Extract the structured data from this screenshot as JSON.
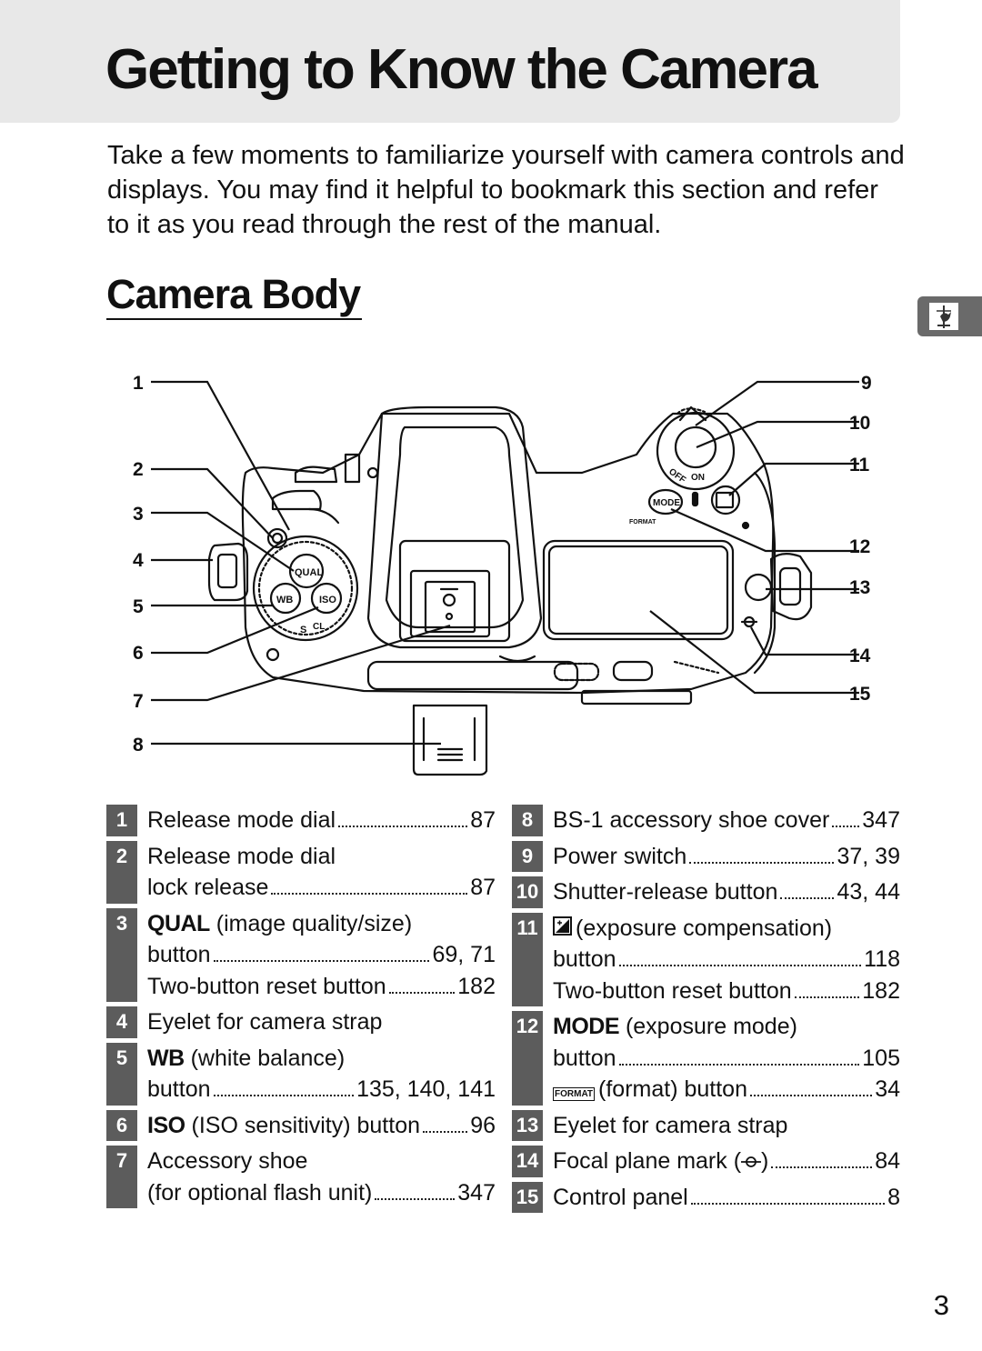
{
  "header": {
    "title": "Getting to Know the Camera"
  },
  "intro": "Take a few moments to familiarize yourself with camera controls and displays.  You may find it helpful to bookmark this section and refer to it as you read through the rest of the manual.",
  "section": {
    "title": "Camera Body"
  },
  "side_tab_icon": "weathervane-icon",
  "diagram": {
    "callouts_left": [
      "1",
      "2",
      "3",
      "4",
      "5",
      "6",
      "7",
      "8"
    ],
    "callouts_right": [
      "9",
      "10",
      "11",
      "12",
      "13",
      "14",
      "15"
    ],
    "labels": {
      "qual": "QUAL",
      "wb": "WB",
      "iso": "ISO",
      "mode": "MODE",
      "off": "OFF",
      "on": "ON",
      "s": "S",
      "cl": "CL",
      "format": "FORMAT"
    }
  },
  "legend": {
    "i1": {
      "num": "1",
      "text": "Release mode dial",
      "page": "87"
    },
    "i2": {
      "num": "2",
      "text1": "Release mode dial",
      "text2": "lock release",
      "page": "87"
    },
    "i3": {
      "num": "3",
      "kw": "QUAL",
      "text1": "(image quality/size)",
      "text2": "button",
      "page2": "69, 71",
      "text3": "Two-button reset button",
      "page3": "182"
    },
    "i4": {
      "num": "4",
      "text": "Eyelet for camera strap"
    },
    "i5": {
      "num": "5",
      "kw": "WB",
      "text1": "(white balance)",
      "text2": "button",
      "page2": "135, 140, 141"
    },
    "i6": {
      "num": "6",
      "kw": "ISO",
      "text": "(ISO sensitivity) button",
      "page": "96"
    },
    "i7": {
      "num": "7",
      "text1": "Accessory shoe",
      "text2": "(for optional flash unit)",
      "page2": "347"
    },
    "i8": {
      "num": "8",
      "text": "BS-1 accessory shoe cover",
      "page": "347"
    },
    "i9": {
      "num": "9",
      "text": "Power switch",
      "page": "37, 39"
    },
    "i10": {
      "num": "10",
      "text": "Shutter-release button",
      "page": "43, 44"
    },
    "i11": {
      "num": "11",
      "text1": "(exposure compensation)",
      "text2": "button",
      "page2": "118",
      "text3": "Two-button reset button",
      "page3": "182"
    },
    "i12": {
      "num": "12",
      "kw": "MODE",
      "text1": "(exposure mode)",
      "text2": "button",
      "page2": "105",
      "text3": "(format) button",
      "page3": "34"
    },
    "i13": {
      "num": "13",
      "text": "Eyelet for camera strap"
    },
    "i14": {
      "num": "14",
      "text_a": "Focal plane mark (",
      "text_b": ")",
      "page": "84"
    },
    "i15": {
      "num": "15",
      "text": "Control panel",
      "page": "8"
    }
  },
  "page_number": "3"
}
